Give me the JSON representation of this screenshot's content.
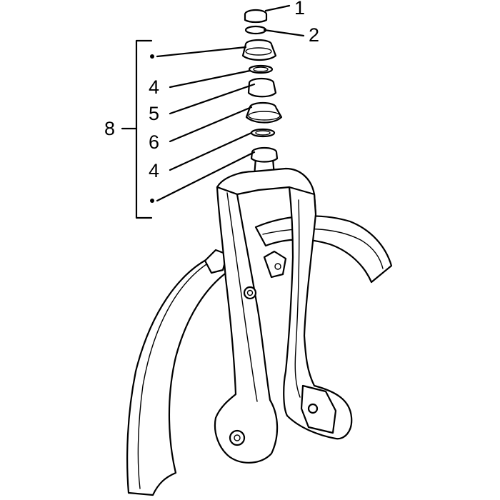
{
  "diagram": {
    "callouts": {
      "c1": "1",
      "c2": "2",
      "c4a": "4",
      "c5": "5",
      "c6": "6",
      "c4b": "4",
      "c8": "8"
    }
  }
}
